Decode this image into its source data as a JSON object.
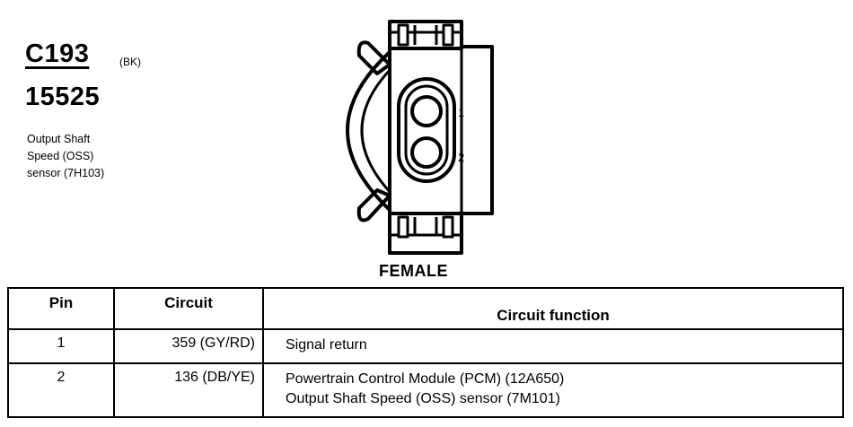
{
  "connector": {
    "id": "C193",
    "color_code": "(BK)",
    "part_number": "15525",
    "description_lines": [
      "Output Shaft",
      "Speed (OSS)",
      "sensor (7H103)"
    ],
    "gender": "FEMALE",
    "pin_labels": [
      "1",
      "2"
    ]
  },
  "table": {
    "headers": {
      "pin": "Pin",
      "circuit": "Circuit",
      "function": "Circuit function"
    },
    "rows": [
      {
        "pin": "1",
        "circuit": "359 (GY/RD)",
        "function_lines": [
          "Signal return"
        ]
      },
      {
        "pin": "2",
        "circuit": "136 (DB/YE)",
        "function_lines": [
          "Powertrain Control Module (PCM) (12A650)",
          "Output Shaft Speed (OSS) sensor (7M101)"
        ]
      }
    ]
  }
}
